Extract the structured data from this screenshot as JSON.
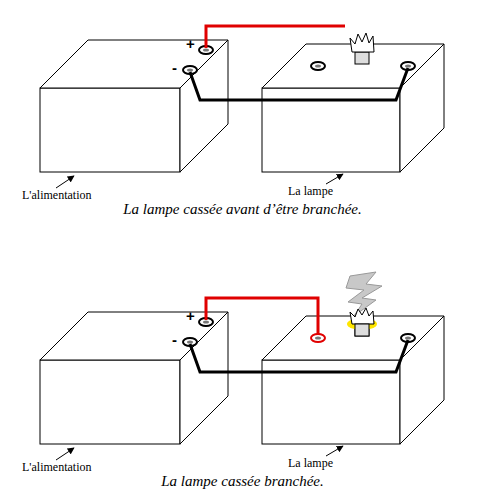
{
  "diagram": {
    "labels": [
      "+",
      "-",
      "L'alimentation",
      "La lampe",
      "La lampe cassée avant d’être branchée.",
      "+",
      "-",
      "L'alimentation",
      "La lampe",
      "La lampe cassée branchée."
    ]
  }
}
